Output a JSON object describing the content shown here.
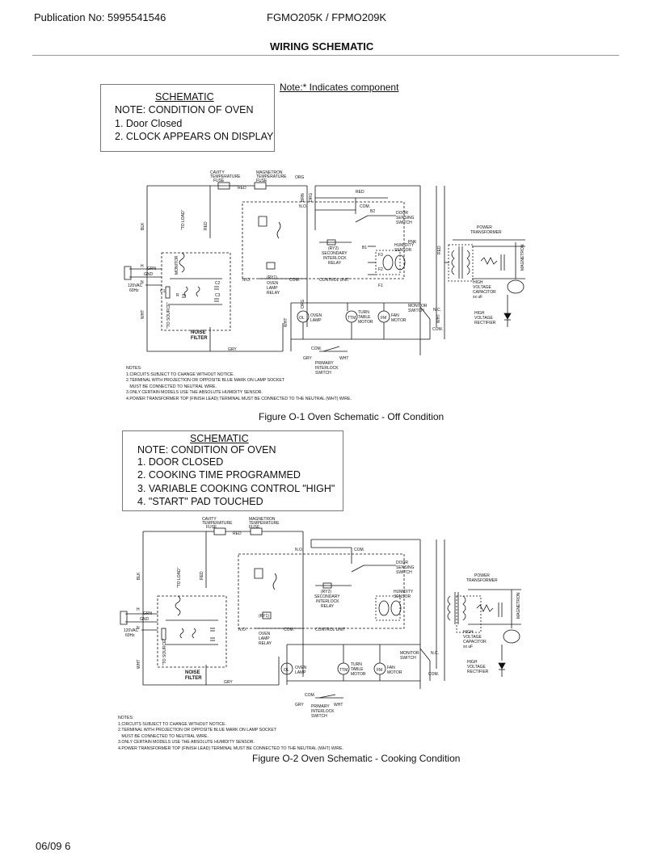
{
  "header": {
    "publication": "Publication No: 5995541546",
    "models": "FGMO205K / FPMO209K",
    "section_title": "WIRING SCHEMATIC"
  },
  "note_component": "Note:* Indicates component",
  "figure1": {
    "box_title": "SCHEMATIC",
    "condition_heading": "NOTE: CONDITION OF OVEN",
    "conditions": [
      "1. Door Closed",
      "2. CLOCK APPEARS ON DISPLAY"
    ],
    "caption": "Figure O-1 Oven Schematic - Off  Condition"
  },
  "figure2": {
    "box_title": "SCHEMATIC",
    "condition_heading": "NOTE: CONDITION OF OVEN",
    "conditions": [
      "1. DOOR CLOSED",
      "2. COOKING TIME PROGRAMMED",
      "3. VARIABLE COOKING CONTROL \"HIGH\"",
      "4. \"START\" PAD TOUCHED"
    ],
    "caption": "Figure O-2 Oven Schematic - Cooking Condition"
  },
  "schematic_labels": {
    "cavity_fuse": [
      "CAVITY",
      "TEMPERATURE",
      "FUSE"
    ],
    "magnetron_fuse": [
      "MAGNETRON",
      "TEMPERATURE",
      "FUSE"
    ],
    "red": "RED",
    "org": "ORG",
    "brn": "BRN",
    "blk": "BLK",
    "wht": "WHT",
    "gry": "GRY",
    "grn": "GRN",
    "pnk": "PNK",
    "no": "N.O.",
    "com": "COM.",
    "nc": "N.C.",
    "door_sensing": [
      "DOOR",
      "SENSING",
      "SWITCH"
    ],
    "humidity": [
      "HUMIDITY",
      "SENSOR"
    ],
    "secondary_interlock": [
      "(RY2)",
      "SECONDARY",
      "INTERLOCK",
      "RELAY"
    ],
    "oven_lamp_relay": [
      "(RY1)",
      "OVEN",
      "LAMP",
      "RELAY"
    ],
    "control_unit": "CONTROL UNIT",
    "oven_lamp": [
      "OVEN",
      "LAMP"
    ],
    "turntable": [
      "TURN",
      "TABLE",
      "MOTOR"
    ],
    "fan": [
      "FAN",
      "MOTOR"
    ],
    "monitor_switch": [
      "MONITOR",
      "SWITCH"
    ],
    "primary_interlock": [
      "PRIMARY",
      "INTERLOCK",
      "SWITCH"
    ],
    "power_transformer": [
      "POWER",
      "TRANSFORMER"
    ],
    "hv_capacitor": [
      "HIGH",
      "VOLTAGE",
      "CAPACITOR",
      "xx uF"
    ],
    "hv_rectifier": [
      "HIGH",
      "VOLTAGE",
      "RECTIFIER"
    ],
    "magnetron": "MAGNETRON",
    "noise_filter": [
      "NOISE",
      "FILTER"
    ],
    "supply": [
      "120VAC",
      "60Hz"
    ],
    "gnd": "GND",
    "h": "H",
    "n": "N",
    "to_source": "\"TO SOURCE\"",
    "to_load": "\"TO LOAD\"",
    "monitor_fuse": [
      "MONITOR",
      "FUSE"
    ],
    "ol": "OL",
    "ttm": "TTM",
    "fm": "FM",
    "b1": "B1",
    "b2": "B2",
    "f1": "F1",
    "f2": "F2",
    "f3": "F3",
    "c1": "C1",
    "c2": "C2",
    "c3": "C3",
    "r": "R"
  },
  "notes": "NOTES:\n1.CIRCUITS SUBJECT TO CHANGE WITHOUT NOTICE.\n2.TERMINAL WITH PROJECTION OR OPPOSITE BLUE MARK ON LAMP SOCKET\n   MUST BE CONNECTED TO NEUTRAL WIRE.\n3.ONLY CERTAIN MODELS USE THE ABSOLUTE HUMIDITY SENSOR.\n4.POWER TRANSFORMER TOP (FINISH LEAD) TERMINAL MUST BE CONNECTED TO THE NEUTRAL (WHT) WIRE.",
  "footer": "06/09 6"
}
